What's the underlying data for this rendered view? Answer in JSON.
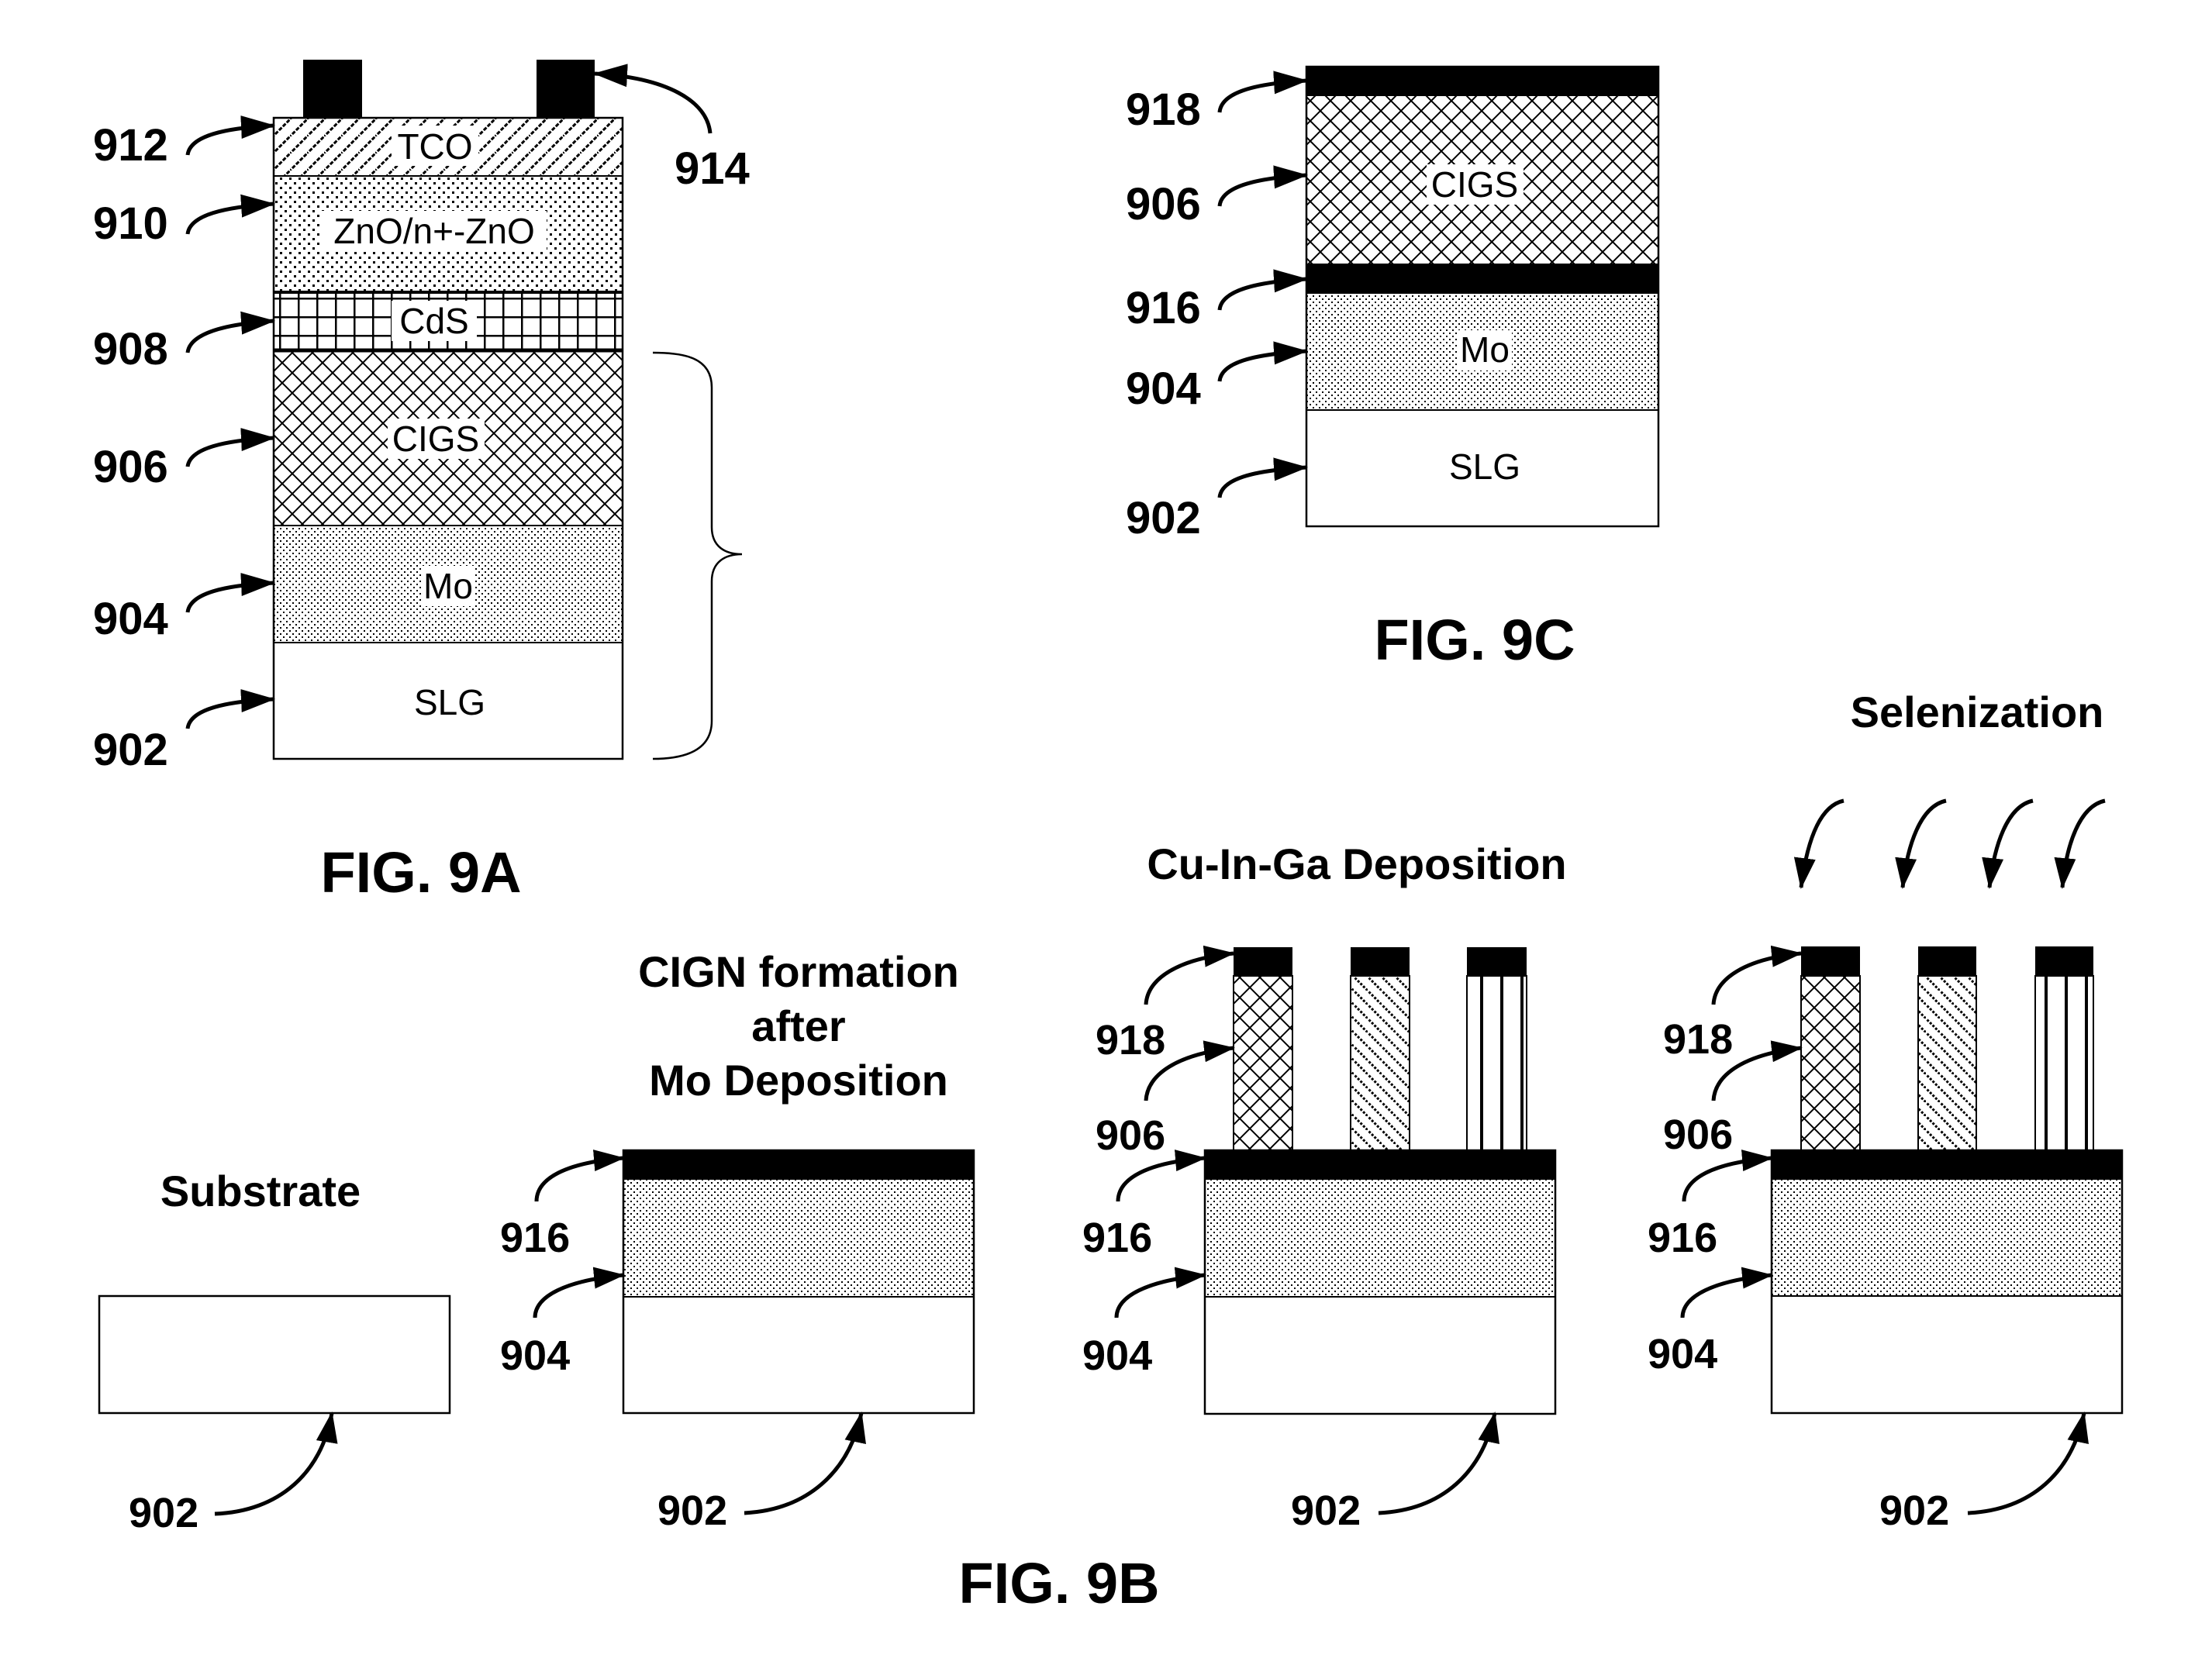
{
  "figures": {
    "fig9a": {
      "caption": "FIG. 9A",
      "layers": [
        {
          "ref": "912",
          "name": "TCO",
          "pattern": "diagonal-hatch"
        },
        {
          "ref": "910",
          "name": "ZnO/n+-ZnO",
          "pattern": "dots"
        },
        {
          "ref": "908",
          "name": "CdS",
          "pattern": "grid"
        },
        {
          "ref": "906",
          "name": "CIGS",
          "pattern": "crosshatch"
        },
        {
          "ref": "904",
          "name": "Mo",
          "pattern": "fine-dots"
        },
        {
          "ref": "902",
          "name": "SLG",
          "pattern": "none"
        }
      ],
      "contacts_ref": "914"
    },
    "fig9b": {
      "caption": "FIG. 9B",
      "steps": [
        {
          "title_lines": [
            "Substrate"
          ],
          "refs": {
            "substrate": "902"
          }
        },
        {
          "title_lines": [
            "CIGN formation",
            "after",
            "Mo Deposition"
          ],
          "refs": {
            "nitride": "916",
            "mo": "904",
            "substrate": "902"
          }
        },
        {
          "title_lines": [
            "Cu-In-Ga Deposition"
          ],
          "refs": {
            "cap": "918",
            "precursor": "906",
            "nitride": "916",
            "mo": "904",
            "substrate": "902"
          }
        },
        {
          "title_lines": [
            "Selenization"
          ],
          "refs": {
            "cap": "918",
            "precursor": "906",
            "nitride": "916",
            "mo": "904",
            "substrate": "902"
          },
          "incoming_arrows": 4
        }
      ]
    },
    "fig9c": {
      "caption": "FIG. 9C",
      "layers": [
        {
          "ref": "918",
          "name": "",
          "pattern": "solid"
        },
        {
          "ref": "906",
          "name": "CIGS",
          "pattern": "crosshatch"
        },
        {
          "ref": "916",
          "name": "",
          "pattern": "solid"
        },
        {
          "ref": "904",
          "name": "Mo",
          "pattern": "fine-dots"
        },
        {
          "ref": "902",
          "name": "SLG",
          "pattern": "none"
        }
      ]
    }
  },
  "colors": {
    "ink": "#000000",
    "paper": "#ffffff"
  }
}
